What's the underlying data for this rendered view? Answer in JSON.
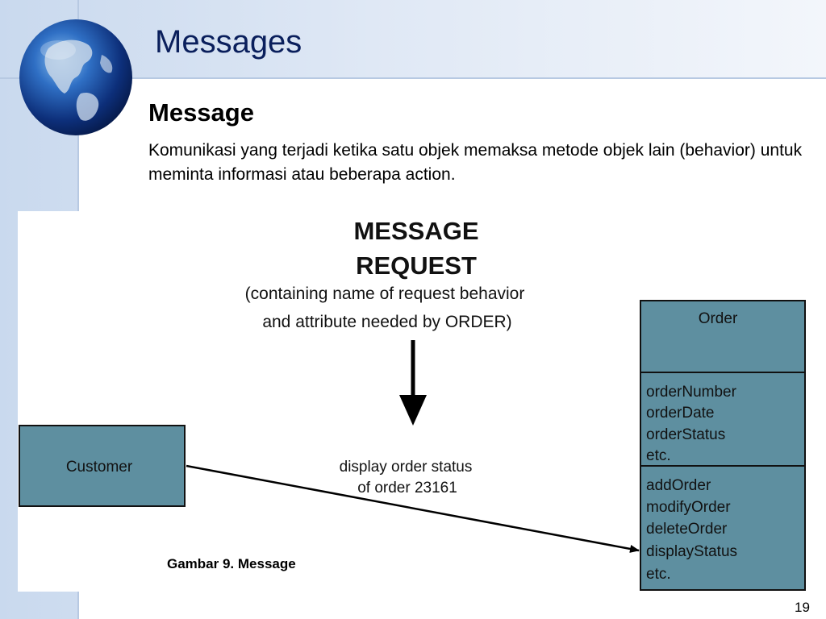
{
  "slide": {
    "title": "Messages",
    "subtitle": "Message",
    "body": "Komunikasi yang terjadi ketika satu objek memaksa metode objek lain (behavior) untuk meminta informasi atau beberapa action.",
    "caption": "Gambar 9. Message",
    "page_number": "19"
  },
  "diagram": {
    "heading_line1": "MESSAGE",
    "heading_line2": "REQUEST",
    "note_line1": "(containing name of request behavior",
    "note_line2": "and attribute needed by ORDER)",
    "customer_label": "Customer",
    "message_line1": "display order status",
    "message_line2": "of order 23161",
    "order": {
      "name": "Order",
      "attributes": [
        "orderNumber",
        "orderDate",
        "orderStatus",
        "etc."
      ],
      "methods": [
        "addOrder",
        "modifyOrder",
        "deleteOrder",
        "displayStatus",
        "etc."
      ]
    }
  },
  "colors": {
    "box_fill": "#5e8fa0",
    "title_color": "#0a1f5c"
  }
}
